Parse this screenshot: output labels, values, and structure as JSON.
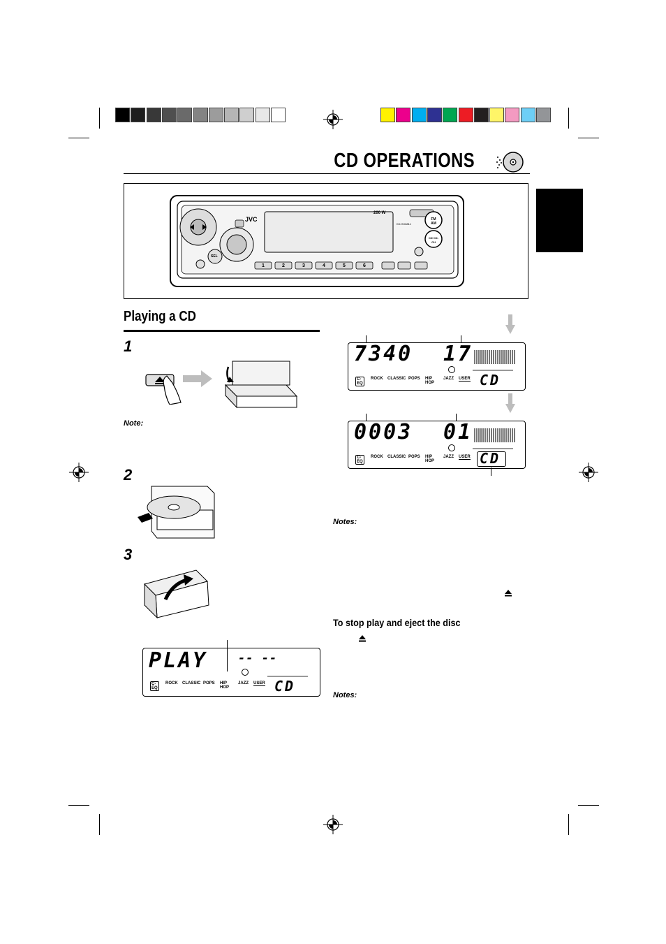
{
  "page": {
    "title": "CD OPERATIONS",
    "section": "Playing a CD",
    "steps": [
      "1",
      "2",
      "3"
    ],
    "note_label": "Note:",
    "notes_label_1": "Notes:",
    "stop_heading": "To stop play and eject the disc",
    "notes_label_2": "Notes:"
  },
  "colors": {
    "gray_bar": [
      "#000000",
      "#1e1e1e",
      "#383838",
      "#4f4f4f",
      "#6a6a6a",
      "#838383",
      "#9c9c9c",
      "#b5b5b5",
      "#cfcfcf",
      "#e8e8e8",
      "#ffffff"
    ],
    "color_bar": [
      "#fff200",
      "#ec008c",
      "#00aeef",
      "#2e3192",
      "#00a651",
      "#ed1c24",
      "#231f20",
      "#fff568",
      "#f49ac1",
      "#6dcff6",
      "#939598"
    ]
  },
  "unit": {
    "brand": "JVC",
    "power": "200 W",
    "model": "KD-SX8811",
    "buttons": [
      "1",
      "2",
      "3",
      "4",
      "5",
      "6"
    ],
    "fm_am": "FM AM",
    "cd": "CD CD-CH",
    "sel": "SEL"
  },
  "displays": {
    "eq_labels": [
      "C-EQ",
      "ROCK",
      "CLASSIC",
      "POPS",
      "HIP HOP",
      "JAZZ",
      "USER"
    ],
    "play": {
      "left": "PLAY",
      "right": "-- --",
      "source": "CD"
    },
    "disc_info": {
      "left": "7340",
      "right": "17",
      "source": "CD"
    },
    "track": {
      "left": "0003",
      "right": "01",
      "source": "CD"
    }
  },
  "icons": [
    "registration-mark-icon",
    "cd-disc-icon",
    "eject-icon",
    "down-arrow-icon",
    "disc-indicator-icon"
  ]
}
